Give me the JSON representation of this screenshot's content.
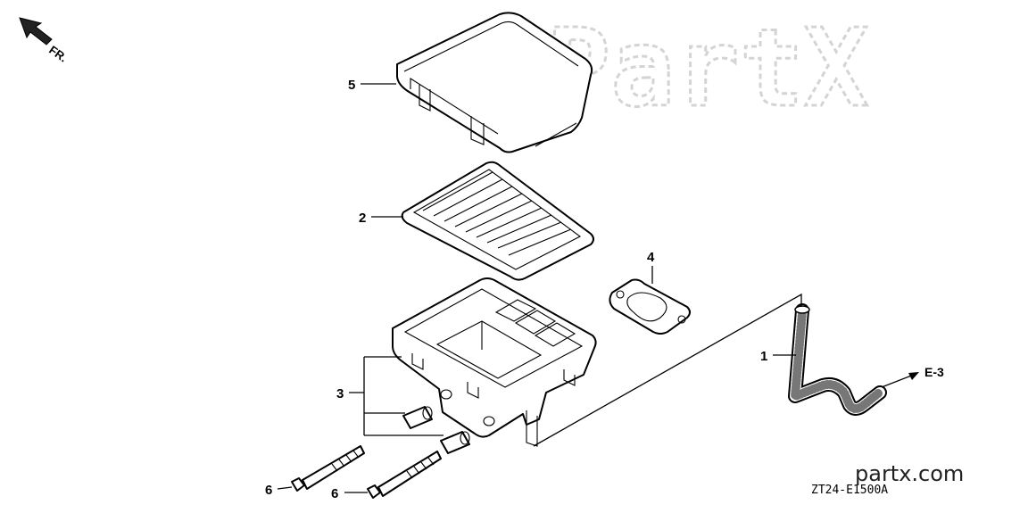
{
  "orientation": {
    "label": "FR."
  },
  "callouts": [
    {
      "id": "5",
      "label": "5"
    },
    {
      "id": "2",
      "label": "2"
    },
    {
      "id": "4",
      "label": "4"
    },
    {
      "id": "3",
      "label": "3"
    },
    {
      "id": "1",
      "label": "1"
    },
    {
      "id": "6a",
      "label": "6"
    },
    {
      "id": "6b",
      "label": "6"
    }
  ],
  "reference": {
    "label": "E-3"
  },
  "drawing_code": "ZT24-E1500A",
  "site": "partx.com",
  "watermark": "PartX",
  "colors": {
    "line": "#000000",
    "watermark": "#d4d4d4",
    "background": "#ffffff"
  }
}
